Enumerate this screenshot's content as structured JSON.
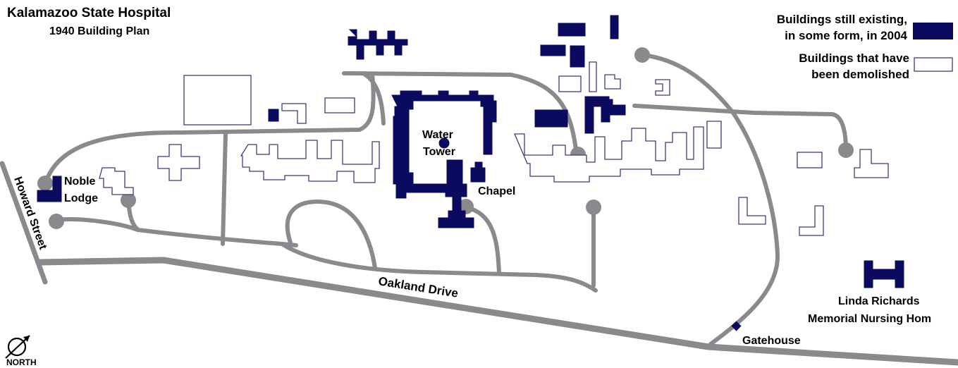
{
  "title": "Kalamazoo State Hospital",
  "subtitle": "1940 Building Plan",
  "legend": {
    "existing": [
      "Buildings still existing,",
      "in some form, in 2004"
    ],
    "demolished": [
      "Buildings that have",
      "been demolished"
    ]
  },
  "labels": {
    "noble": [
      "Noble",
      "Lodge"
    ],
    "water": [
      "Water",
      "Tower"
    ],
    "chapel": "Chapel",
    "gatehouse": "Gatehouse",
    "linda": [
      "Linda Richards",
      "Memorial Nursing Hom"
    ],
    "howard": "Howard Street",
    "oakland": "Oakland Drive",
    "north": "NORTH"
  },
  "colors": {
    "existing": "#0a0a5e",
    "demolished_outline": "#3c3c78",
    "road": "#8a8a8e"
  },
  "icons": {
    "compass": "north-compass-icon"
  }
}
